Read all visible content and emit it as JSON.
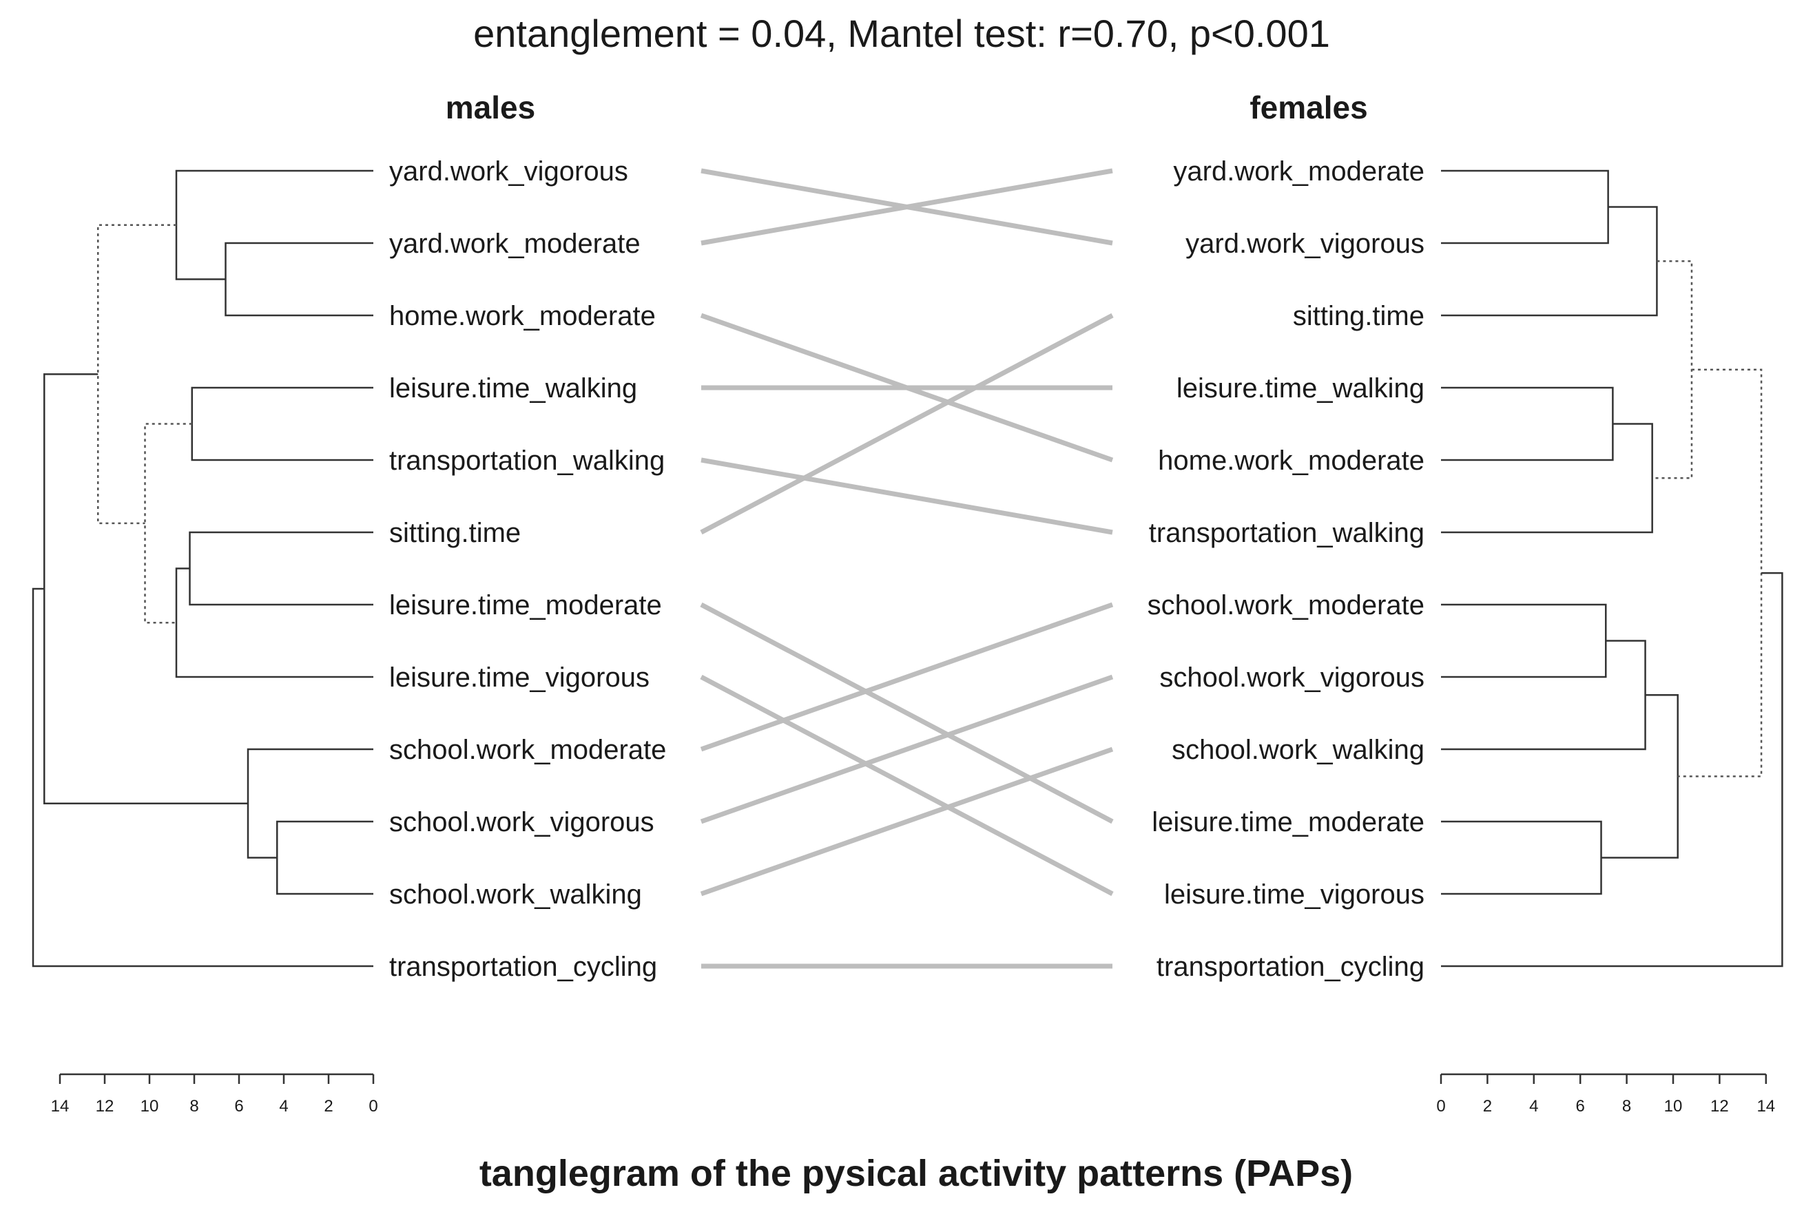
{
  "chart_data": {
    "type": "tanglegram",
    "title": "entanglement = 0.04, Mantel test: r=0.70, p<0.001",
    "caption": "tanglegram of the pysical activity patterns (PAPs)",
    "left": {
      "name": "males",
      "leaves": [
        "yard.work_vigorous",
        "yard.work_moderate",
        "home.work_moderate",
        "leisure.time_walking",
        "transportation_walking",
        "sitting.time",
        "leisure.time_moderate",
        "leisure.time_vigorous",
        "school.work_moderate",
        "school.work_vigorous",
        "school.work_walking",
        "transportation_cycling"
      ],
      "axis_ticks": [
        14,
        12,
        10,
        8,
        6,
        4,
        2,
        0
      ],
      "xlim": [
        14,
        0
      ],
      "merges": [
        {
          "id": "m1",
          "children": [
            "yard.work_moderate",
            "home.work_moderate"
          ],
          "height": 6.6,
          "dotted": false
        },
        {
          "id": "m2",
          "children": [
            "yard.work_vigorous",
            "m1"
          ],
          "height": 8.8,
          "dotted": false
        },
        {
          "id": "m3",
          "children": [
            "leisure.time_walking",
            "transportation_walking"
          ],
          "height": 8.1,
          "dotted": false
        },
        {
          "id": "m4",
          "children": [
            "sitting.time",
            "leisure.time_moderate"
          ],
          "height": 8.2,
          "dotted": false
        },
        {
          "id": "m5",
          "children": [
            "m4",
            "leisure.time_vigorous"
          ],
          "height": 8.8,
          "dotted": false
        },
        {
          "id": "m6",
          "children": [
            "m3",
            "m5"
          ],
          "height": 10.2,
          "dotted": true
        },
        {
          "id": "m7",
          "children": [
            "m2",
            "m6"
          ],
          "height": 12.3,
          "dotted": true
        },
        {
          "id": "m8",
          "children": [
            "school.work_vigorous",
            "school.work_walking"
          ],
          "height": 4.3,
          "dotted": false
        },
        {
          "id": "m9",
          "children": [
            "school.work_moderate",
            "m8"
          ],
          "height": 5.6,
          "dotted": false
        },
        {
          "id": "m10",
          "children": [
            "m7",
            "m9"
          ],
          "height": 14.7,
          "dotted": false
        },
        {
          "id": "m11",
          "children": [
            "m10",
            "transportation_cycling"
          ],
          "height": 15.2,
          "dotted": false
        }
      ]
    },
    "right": {
      "name": "females",
      "leaves": [
        "yard.work_moderate",
        "yard.work_vigorous",
        "sitting.time",
        "leisure.time_walking",
        "home.work_moderate",
        "transportation_walking",
        "school.work_moderate",
        "school.work_vigorous",
        "school.work_walking",
        "leisure.time_moderate",
        "leisure.time_vigorous",
        "transportation_cycling"
      ],
      "axis_ticks": [
        0,
        2,
        4,
        6,
        8,
        10,
        12,
        14
      ],
      "xlim": [
        0,
        14
      ],
      "merges": [
        {
          "id": "f1",
          "children": [
            "yard.work_moderate",
            "yard.work_vigorous"
          ],
          "height": 7.2,
          "dotted": false
        },
        {
          "id": "f2",
          "children": [
            "f1",
            "sitting.time"
          ],
          "height": 9.3,
          "dotted": false
        },
        {
          "id": "f3",
          "children": [
            "leisure.time_walking",
            "home.work_moderate"
          ],
          "height": 7.4,
          "dotted": false
        },
        {
          "id": "f4",
          "children": [
            "f3",
            "transportation_walking"
          ],
          "height": 9.1,
          "dotted": false
        },
        {
          "id": "f5",
          "children": [
            "f2",
            "f4"
          ],
          "height": 10.8,
          "dotted": true
        },
        {
          "id": "f6",
          "children": [
            "school.work_moderate",
            "school.work_vigorous"
          ],
          "height": 7.1,
          "dotted": false
        },
        {
          "id": "f7",
          "children": [
            "f6",
            "school.work_walking"
          ],
          "height": 8.8,
          "dotted": false
        },
        {
          "id": "f8",
          "children": [
            "leisure.time_moderate",
            "leisure.time_vigorous"
          ],
          "height": 6.9,
          "dotted": false
        },
        {
          "id": "f9",
          "children": [
            "f7",
            "f8"
          ],
          "height": 10.2,
          "dotted": false
        },
        {
          "id": "f10",
          "children": [
            "f5",
            "f9"
          ],
          "height": 13.8,
          "dotted": true
        },
        {
          "id": "f11",
          "children": [
            "f10",
            "transportation_cycling"
          ],
          "height": 14.7,
          "dotted": false
        }
      ]
    },
    "link_color": "#bdbdbd",
    "branch_color": "#333333"
  }
}
